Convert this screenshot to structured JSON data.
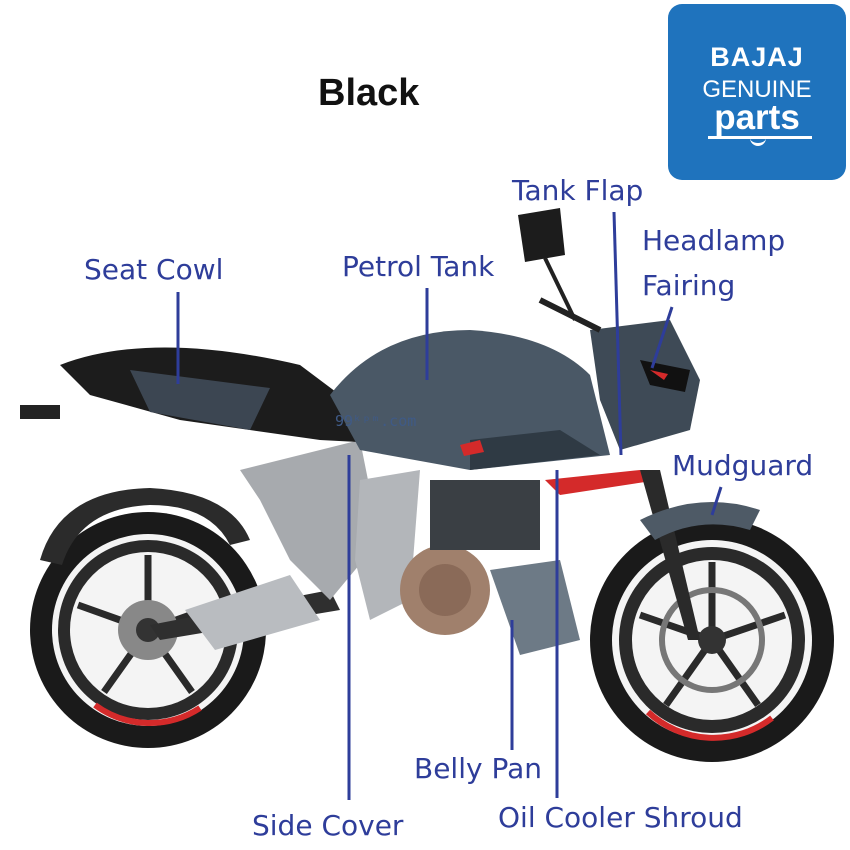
{
  "title": "Black",
  "logo": {
    "line1": "BAJAJ",
    "line2": "GENUINE",
    "line3": "parts"
  },
  "colors": {
    "label": "#2e3d9a",
    "logo_bg": "#1f73bd",
    "bike_body": "#4a5866",
    "accent_red": "#d42a2a"
  },
  "callouts": {
    "tank_flap": "Tank Flap",
    "headlamp": "Headlamp",
    "fairing": "Fairing",
    "seat_cowl": "Seat Cowl",
    "petrol_tank": "Petrol Tank",
    "mudguard": "Mudguard",
    "belly_pan": "Belly Pan",
    "side_cover": "Side Cover",
    "oil_cooler_shroud": "Oil Cooler Shroud"
  }
}
